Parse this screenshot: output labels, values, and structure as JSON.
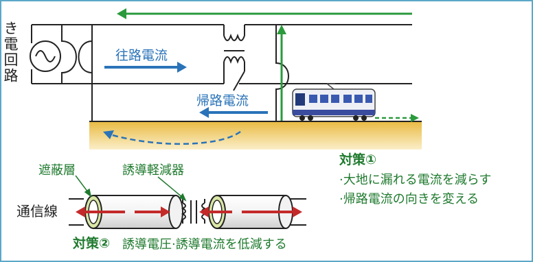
{
  "circuit": {
    "feeder_label": "き電回路",
    "outbound_label": "往路電流",
    "return_label": "帰路電流"
  },
  "cable": {
    "shield_label": "遮蔽層",
    "reducer_label": "誘導軽減器",
    "line_label": "通信線"
  },
  "measure1": {
    "title": "対策①",
    "items": [
      "·大地に漏れる電流を減らす",
      "·帰路電流の向きを変える"
    ]
  },
  "measure2": {
    "title": "対策②",
    "text": "誘導電圧·誘導電流を低減する"
  },
  "colors": {
    "border": "#5aa7c8",
    "wire": "#222222",
    "current_blue": "#2a73b8",
    "induced_green": "#2a9a3c",
    "induced_red": "#c42a2a",
    "ground_top": "#e8c35a",
    "ground_bottom": "#f7e6b8"
  }
}
